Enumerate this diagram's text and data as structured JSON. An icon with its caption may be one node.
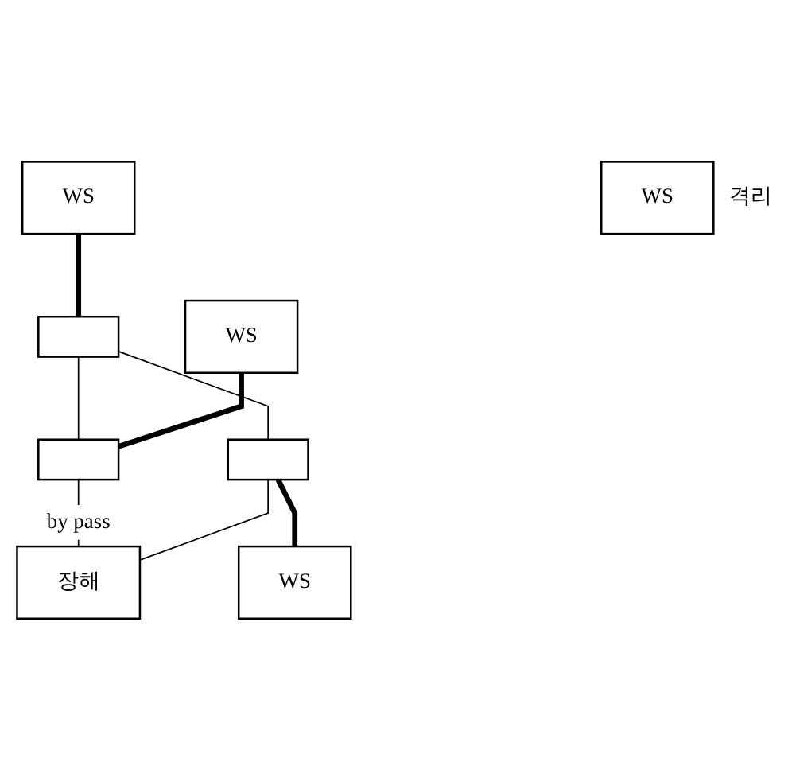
{
  "diagram": {
    "nodes": [
      {
        "text": [
          "WS"
        ]
      },
      {
        "text": [],
        "shape": "box"
      },
      {
        "text": [
          "WS"
        ]
      },
      {
        "text": [],
        "shape": "box"
      },
      {
        "text": [],
        "shape": "box"
      },
      {
        "text": [
          "WS"
        ]
      },
      {
        "text": [
          "장해"
        ],
        "beside": [
          "by pass"
        ]
      },
      {
        "text": [
          "WS"
        ],
        "beside": [
          "격리"
        ]
      }
    ],
    "edges": [
      {
        "from": 0,
        "to": 1,
        "arrow": "none",
        "style": "thick"
      },
      {
        "from": 1,
        "to": 3,
        "arrow": "none"
      },
      {
        "from": 1,
        "to": 4,
        "arrow": "none"
      },
      {
        "from": 2,
        "to": 3,
        "arrow": "none",
        "style": "thick"
      },
      {
        "from": 4,
        "to": 5,
        "arrow": "none",
        "style": "thick"
      },
      {
        "from": 3,
        "to": 6,
        "arrow": "none"
      },
      {
        "from": 4,
        "to": 6,
        "arrow": "none"
      }
    ]
  }
}
